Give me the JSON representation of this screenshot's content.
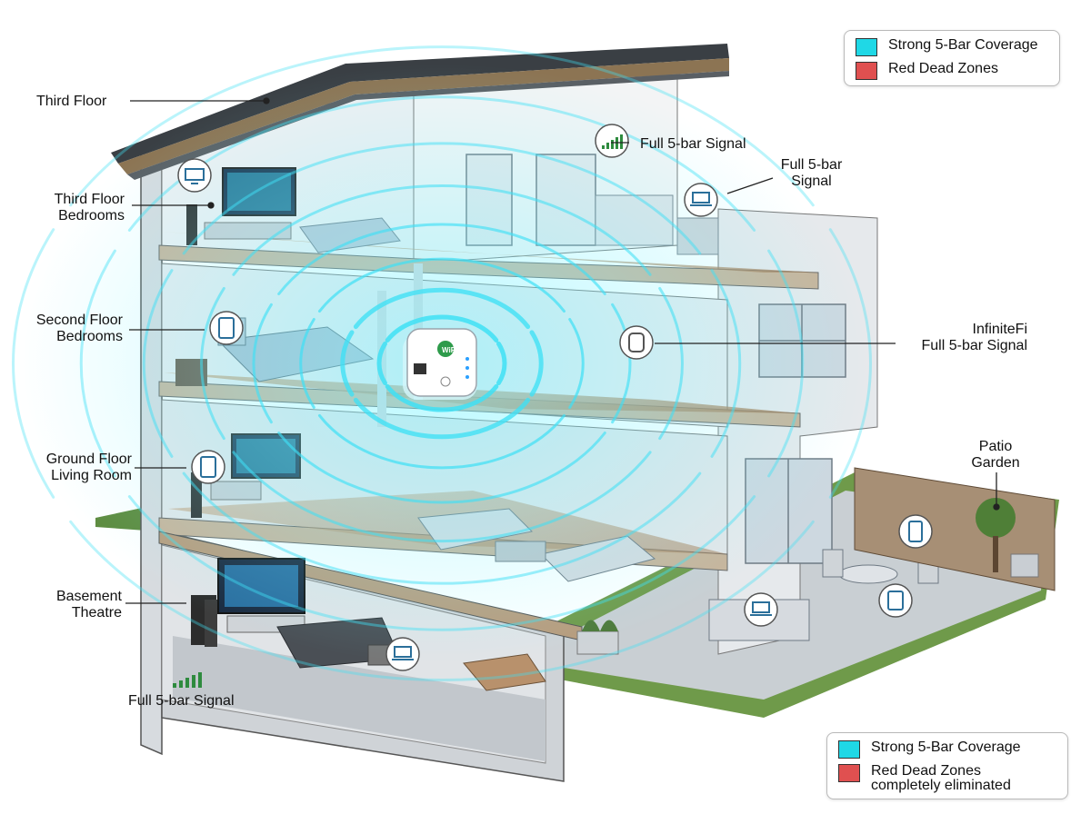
{
  "labels": {
    "third_floor": "Third Floor",
    "third_floor_bedrooms": [
      "Third Floor",
      "Bedrooms"
    ],
    "second_floor_bedrooms": [
      "Second Floor",
      "Bedrooms"
    ],
    "ground_floor_living_room": [
      "Ground Floor",
      "Living Room"
    ],
    "basement_theatre": [
      "Basement",
      "Theatre"
    ],
    "full_signal_top": "Full 5-bar Signal",
    "full_signal_right": [
      "Full 5-bar",
      "Signal"
    ],
    "infinitefi": [
      "InfiniteFi",
      "Full 5-bar Signal"
    ],
    "patio_garden": [
      "Patio",
      "Garden"
    ],
    "full_signal_bottom": "Full 5-bar Signal"
  },
  "legend_top": [
    {
      "color": "#1fd8e6",
      "lines": [
        "Strong 5-Bar Coverage"
      ]
    },
    {
      "color": "#e05050",
      "lines": [
        "Red Dead Zones"
      ]
    }
  ],
  "legend_bottom": [
    {
      "color": "#1fd8e6",
      "lines": [
        "Strong 5-Bar Coverage"
      ]
    },
    {
      "color": "#e05050",
      "lines": [
        "Red Dead Zones",
        "completely eliminated"
      ]
    }
  ],
  "device": {
    "brand_text": "WiFi"
  },
  "colors": {
    "wave": "#3fe0f5",
    "wall": "#e9ecef",
    "floor_wood": "#b08a66",
    "grass": "#5d8b3e",
    "signal_green": "#2e8b3e"
  }
}
